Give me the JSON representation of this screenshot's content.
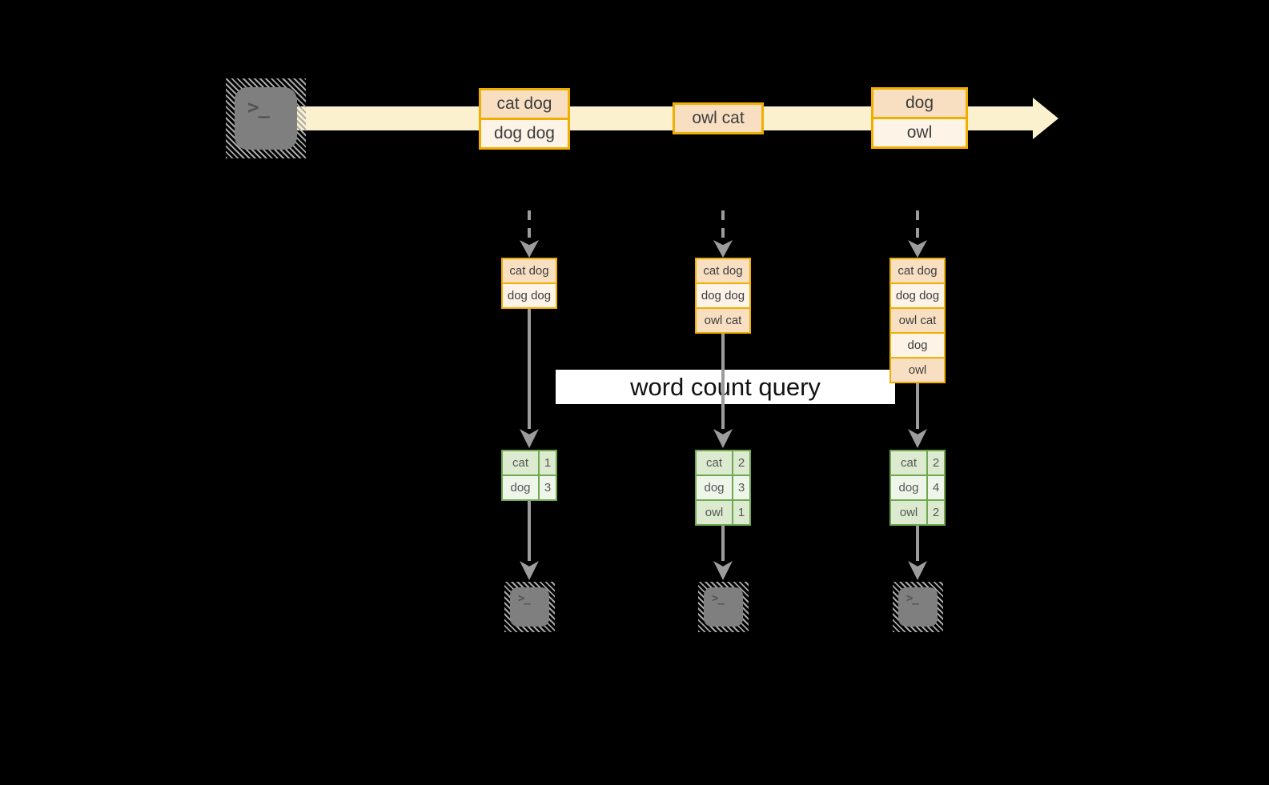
{
  "colors": {
    "background": "#000000",
    "stream_band": "#fbf1ce",
    "event_border": "#f0ae00",
    "event_fill_dark": "#f8dfc2",
    "event_fill_light": "#fdf3e7",
    "event_text": "#3d3d3d",
    "arrow_gray": "#9c9c9c",
    "table_border": "#6fa850",
    "table_row_dark": "#dcead0",
    "table_row_light": "#eef5e9",
    "query_label_bg": "#ffffff",
    "query_label_text": "#121212",
    "terminal_body": "#7f7f7f"
  },
  "terminal_glyph": ">_",
  "stream_events": [
    {
      "cells": [
        "cat dog",
        "dog dog"
      ]
    },
    {
      "cells": [
        "owl cat"
      ]
    },
    {
      "cells": [
        "dog",
        "owl"
      ]
    }
  ],
  "microbatches": [
    {
      "cells": [
        "cat dog",
        "dog dog"
      ]
    },
    {
      "cells": [
        "cat dog",
        "dog dog",
        "owl cat"
      ]
    },
    {
      "cells": [
        "cat dog",
        "dog dog",
        "owl cat",
        "dog",
        "owl"
      ]
    }
  ],
  "query": {
    "label": "word count query"
  },
  "result_tables": [
    {
      "rows": [
        {
          "word": "cat",
          "count": "1"
        },
        {
          "word": "dog",
          "count": "3"
        }
      ]
    },
    {
      "rows": [
        {
          "word": "cat",
          "count": "2"
        },
        {
          "word": "dog",
          "count": "3"
        },
        {
          "word": "owl",
          "count": "1"
        }
      ]
    },
    {
      "rows": [
        {
          "word": "cat",
          "count": "2"
        },
        {
          "word": "dog",
          "count": "4"
        },
        {
          "word": "owl",
          "count": "2"
        }
      ]
    }
  ]
}
